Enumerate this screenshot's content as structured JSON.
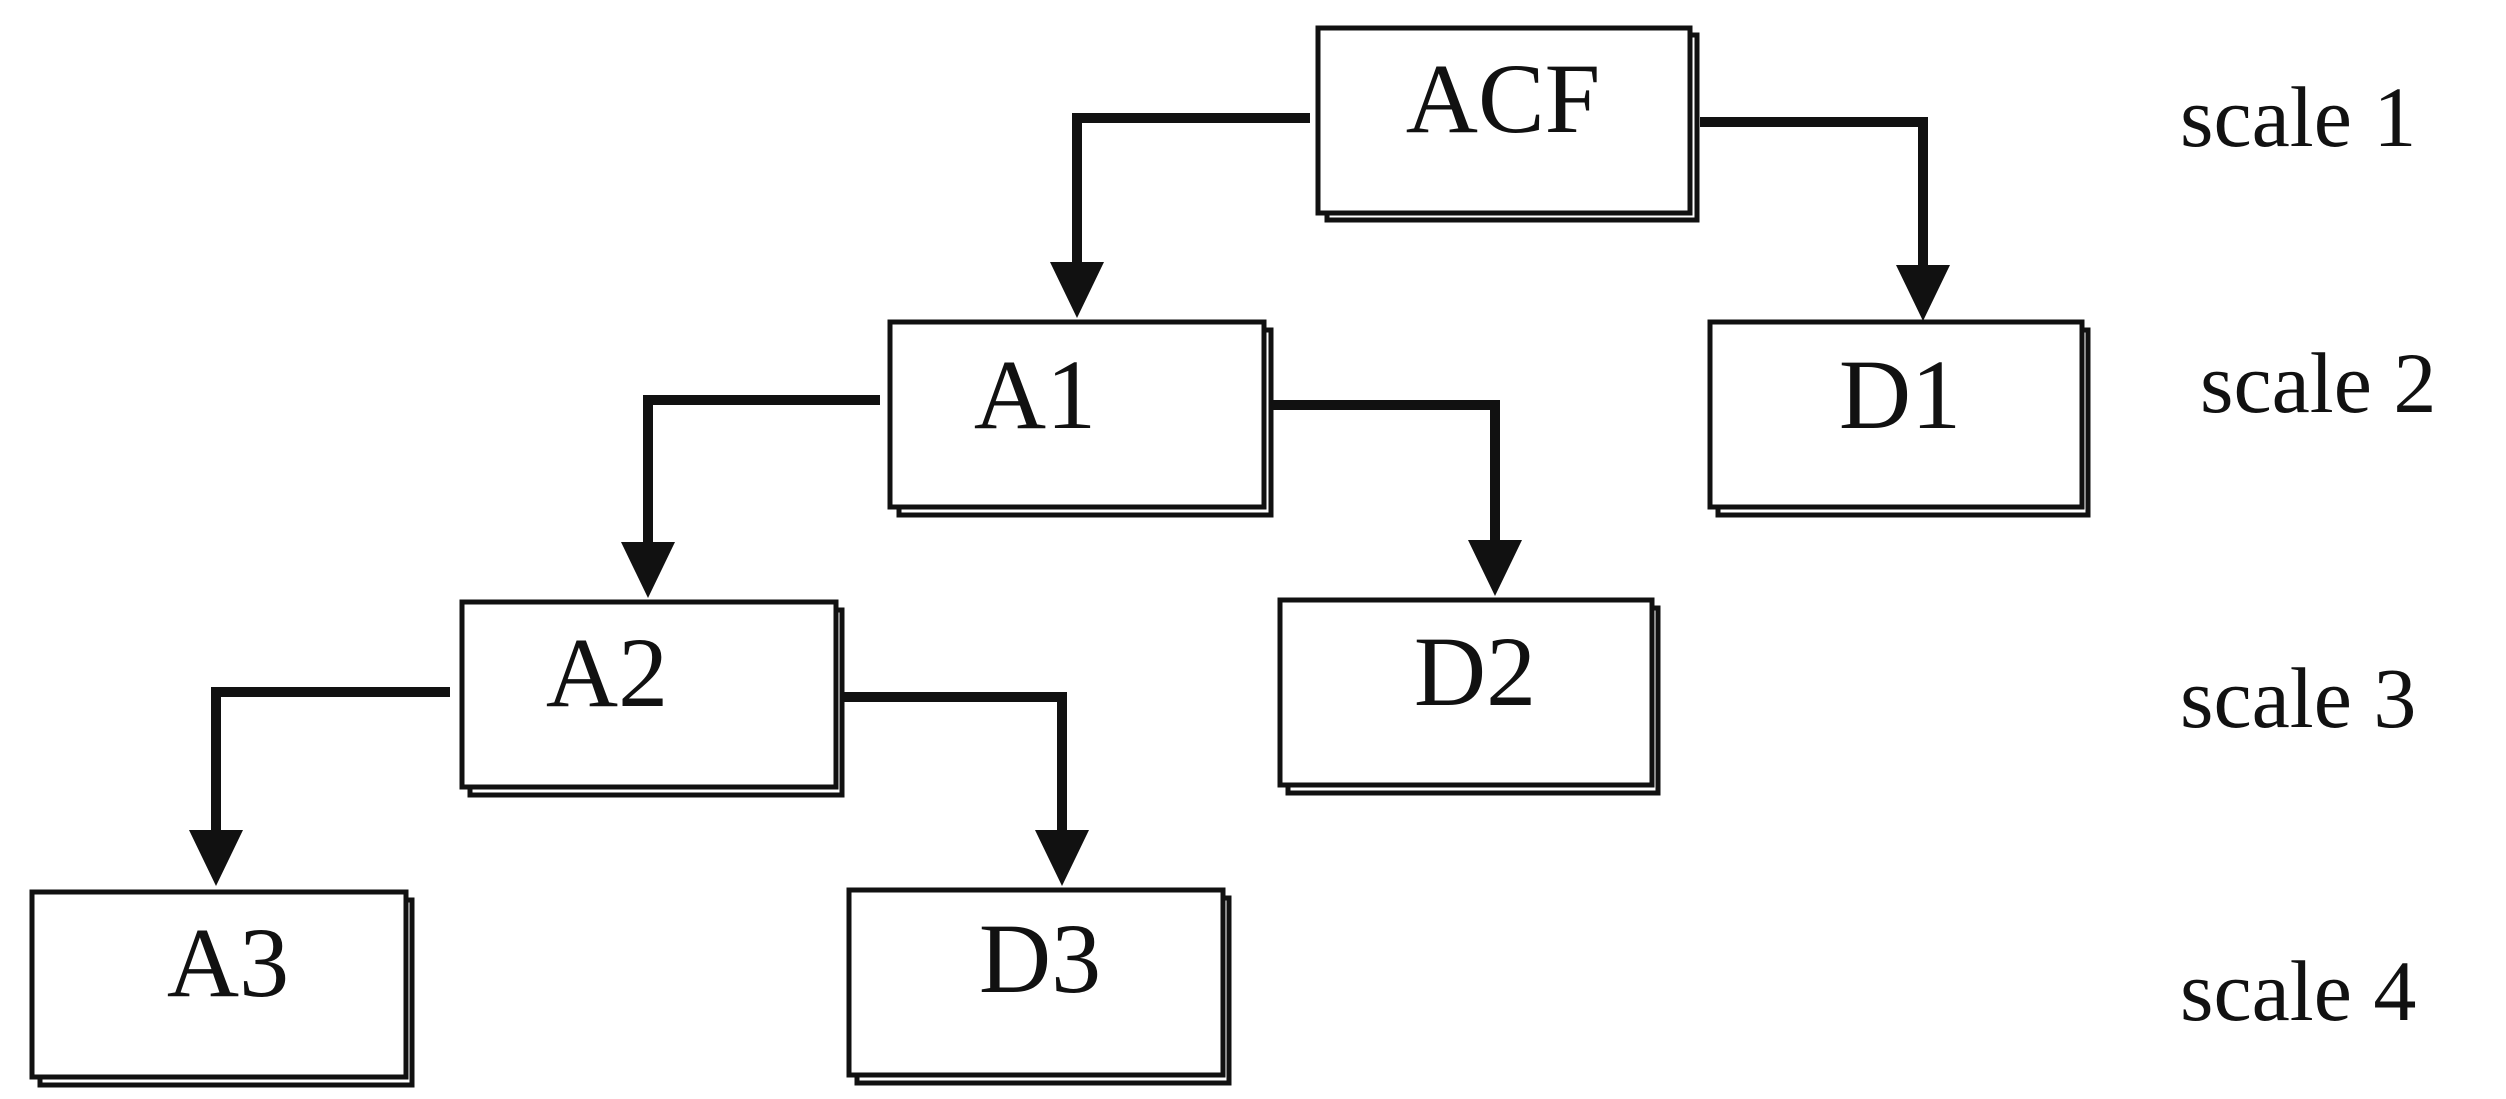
{
  "nodes": {
    "acf": "ACF",
    "a1": "A1",
    "d1": "D1",
    "a2": "A2",
    "d2": "D2",
    "a3": "A3",
    "d3": "D3"
  },
  "scales": [
    "scale 1",
    "scale 2",
    "scale 3",
    "scale 4"
  ],
  "colors": {
    "stroke": "#111111",
    "box_fill": "#ffffff",
    "shadow": "#b8b8b8"
  }
}
